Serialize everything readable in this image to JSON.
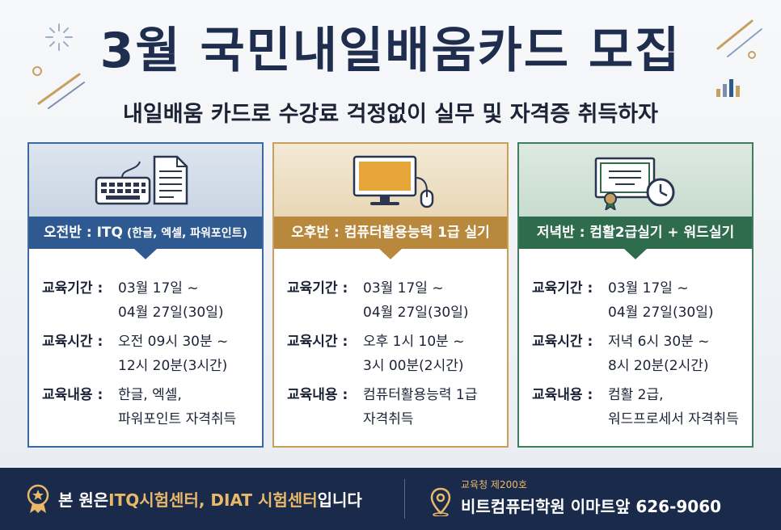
{
  "header": {
    "title": "3월 국민내일배움카드 모집",
    "subtitle": "내일배움 카드로 수강료 걱정없이 실무 및 자격증 취득하자"
  },
  "cards": [
    {
      "banner_main": "오전반 : ITQ",
      "banner_small": " (한글, 엑셀, 파워포인트)",
      "icon": "keyboard-document-icon",
      "rows": [
        {
          "label": "교육기간 :",
          "line1": "03월 17일 ~",
          "line2": "04월 27일(30일)"
        },
        {
          "label": "교육시간 :",
          "line1": "오전 09시 30분 ~",
          "line2": "12시 20분(3시간)"
        },
        {
          "label": "교육내용 :",
          "line1": "한글, 엑셀,",
          "line2": "파워포인트 자격취득"
        }
      ]
    },
    {
      "banner_main": "오후반 : 컴퓨터활용능력 1급 실기",
      "banner_small": "",
      "icon": "computer-monitor-icon",
      "rows": [
        {
          "label": "교육기간 :",
          "line1": "03월 17일 ~",
          "line2": "04월 27일(30일)"
        },
        {
          "label": "교육시간 :",
          "line1": "오후 1시 10분 ~",
          "line2": "3시 00분(2시간)"
        },
        {
          "label": "교육내용 :",
          "line1": "컴퓨터활용능력 1급",
          "line2": "자격취득"
        }
      ]
    },
    {
      "banner_main": "저녁반 : 컴활2급실기 + 워드실기",
      "banner_small": "",
      "icon": "certificate-clock-icon",
      "rows": [
        {
          "label": "교육기간 :",
          "line1": "03월 17일 ~",
          "line2": "04월 27일(30일)"
        },
        {
          "label": "교육시간 :",
          "line1": "저녁 6시 30분 ~",
          "line2": "8시 20분(2시간)"
        },
        {
          "label": "교육내용 :",
          "line1": "컴활 2급,",
          "line2": "워드프로세서 자격취득"
        }
      ]
    }
  ],
  "footer": {
    "prefix": "본 원은 ",
    "highlight": "ITQ시험센터, DIAT 시험센터",
    "suffix": "입니다",
    "registration": "교육청 제200호",
    "academy": "비트컴퓨터학원 이마트앞 626-9060"
  },
  "colors": {
    "navy": "#1a2a4a",
    "blue": "#2f5a91",
    "gold": "#b8893d",
    "green": "#2f6b4d",
    "highlight": "#e9b96a"
  }
}
